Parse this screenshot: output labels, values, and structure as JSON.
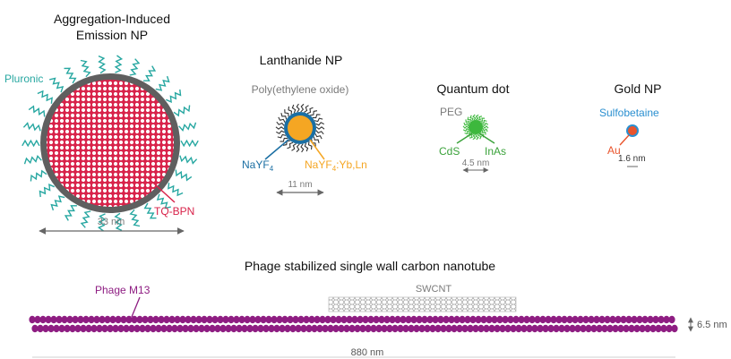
{
  "panels": {
    "aie": {
      "title_line1": "Aggregation-Induced",
      "title_line2": "Emission NP",
      "label_coating": "Pluronic",
      "label_core": "TQ-BPN",
      "size": "33 nm"
    },
    "lanthanide": {
      "title": "Lanthanide NP",
      "label_coating": "Poly(ethylene oxide)",
      "label_shell": "NaYF",
      "label_shell_sub": "4",
      "label_core": "NaYF",
      "label_core_sub": "4",
      "label_core_rest": ":Yb,Ln",
      "size": "11 nm"
    },
    "qdot": {
      "title": "Quantum dot",
      "label_coating": "PEG",
      "label_core": "CdS",
      "label_shell": "InAs",
      "size": "4.5 nm"
    },
    "gold": {
      "title": "Gold NP",
      "label_coating": "Sulfobetaine",
      "label_core": "Au",
      "size": "1.6 nm"
    },
    "phage": {
      "title": "Phage stabilized single wall carbon nanotube",
      "label_phage": "Phage M13",
      "label_tube": "SWCNT",
      "length": "880 nm",
      "diameter": "6.5 nm"
    }
  },
  "colors": {
    "aie_core": "#d8234a",
    "aie_shell": "#6f6f6f",
    "pluronic": "#27a7a1",
    "ln_shell": "#1b6fa3",
    "ln_core": "#f5a623",
    "qd_core": "#3db83d",
    "qd_shell_label": "#3aa23a",
    "gold_core": "#e9542c",
    "gold_coating": "#2a8fd0",
    "phage": "#8e1d82",
    "text_dark": "#111111",
    "text_gray": "#7a7a7a",
    "arrow": "#666666"
  }
}
